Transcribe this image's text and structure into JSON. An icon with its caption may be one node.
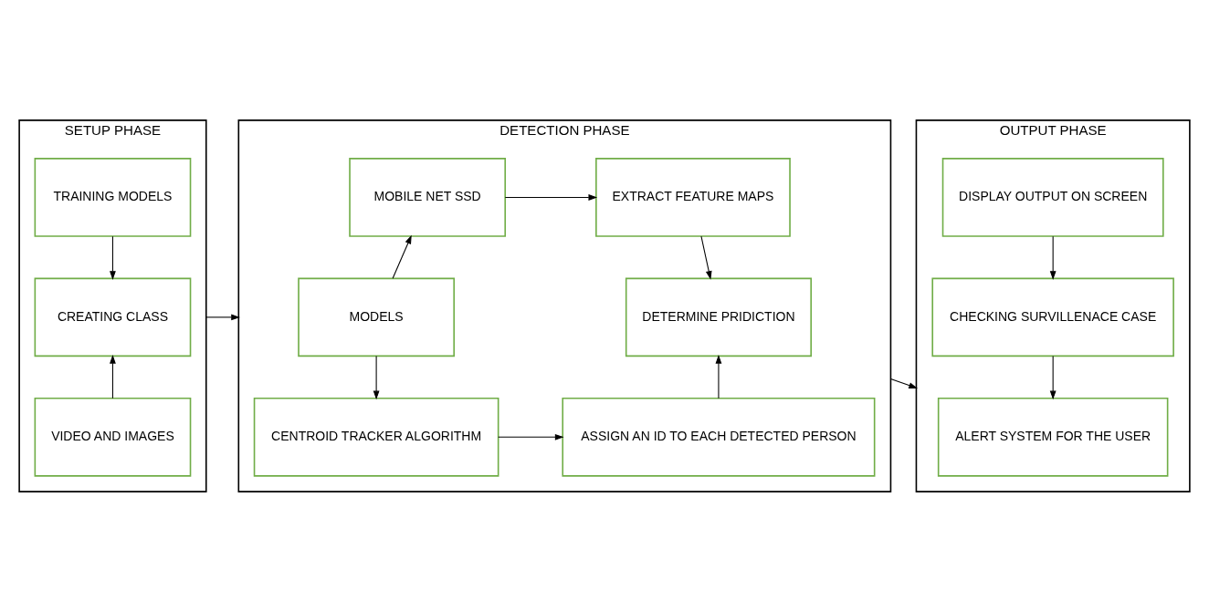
{
  "diagram": {
    "nodes": [
      {
        "text": [
          "SETUP PHASE"
        ]
      },
      {
        "text": [
          "TRAINING MODELS"
        ],
        "in": 0
      },
      {
        "text": [
          "CREATING CLASS"
        ],
        "in": 0
      },
      {
        "text": [
          "VIDEO AND IMAGES"
        ],
        "in": 0
      },
      {
        "text": [
          "DETECTION PHASE"
        ]
      },
      {
        "text": [
          "MOBILE NET SSD"
        ],
        "in": 4
      },
      {
        "text": [
          "EXTRACT FEATURE MAPS"
        ],
        "in": 4
      },
      {
        "text": [
          "MODELS"
        ],
        "in": 4
      },
      {
        "text": [
          "DETERMINE PRIDICTION"
        ],
        "in": 4
      },
      {
        "text": [
          "CENTROID TRACKER ALGORITHM"
        ],
        "in": 4
      },
      {
        "text": [
          "ASSIGN AN ID TO EACH DETECTED PERSON"
        ],
        "in": 4
      },
      {
        "text": [
          "OUTPUT PHASE"
        ]
      },
      {
        "text": [
          "DISPLAY OUTPUT ON SCREEN"
        ],
        "in": 11
      },
      {
        "text": [
          "CHECKING SURVILLENACE CASE"
        ],
        "in": 11
      },
      {
        "text": [
          "ALERT SYSTEM FOR THE USER"
        ],
        "in": 11
      }
    ],
    "edges": [
      {
        "from": 1,
        "to": 2,
        "arrow": "to"
      },
      {
        "from": 3,
        "to": 2,
        "arrow": "to"
      },
      {
        "from": 0,
        "to": 4,
        "arrow": "to"
      },
      {
        "from": 7,
        "to": 5,
        "arrow": "to"
      },
      {
        "from": 7,
        "to": 9,
        "arrow": "to"
      },
      {
        "from": 5,
        "to": 6,
        "arrow": "to"
      },
      {
        "from": 6,
        "to": 8,
        "arrow": "to"
      },
      {
        "from": 9,
        "to": 10,
        "arrow": "to"
      },
      {
        "from": 10,
        "to": 8,
        "arrow": "to"
      },
      {
        "from": 4,
        "to": 11,
        "arrow": "to"
      },
      {
        "from": 12,
        "to": 13,
        "arrow": "to"
      },
      {
        "from": 13,
        "to": 14,
        "arrow": "to"
      }
    ]
  }
}
